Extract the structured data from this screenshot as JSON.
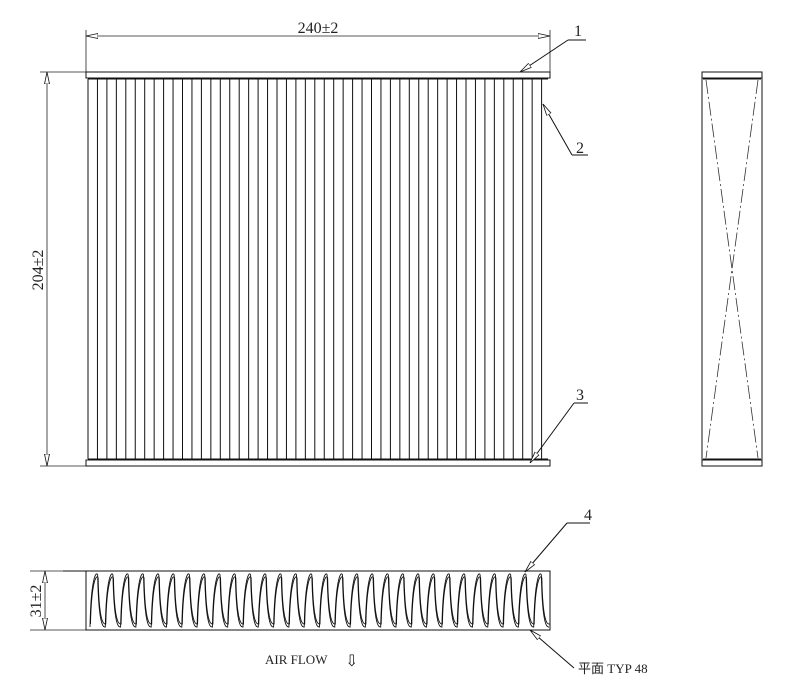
{
  "drawing": {
    "width_dimension": "240±2",
    "height_dimension": "204±2",
    "depth_dimension": "31±2",
    "callouts": [
      "1",
      "2",
      "3",
      "4"
    ],
    "air_flow_label": "AIR FLOW",
    "air_flow_arrow": "⇩",
    "pleat_note": "平面 TYP 48",
    "line_color": "#111111",
    "background": "#ffffff"
  }
}
